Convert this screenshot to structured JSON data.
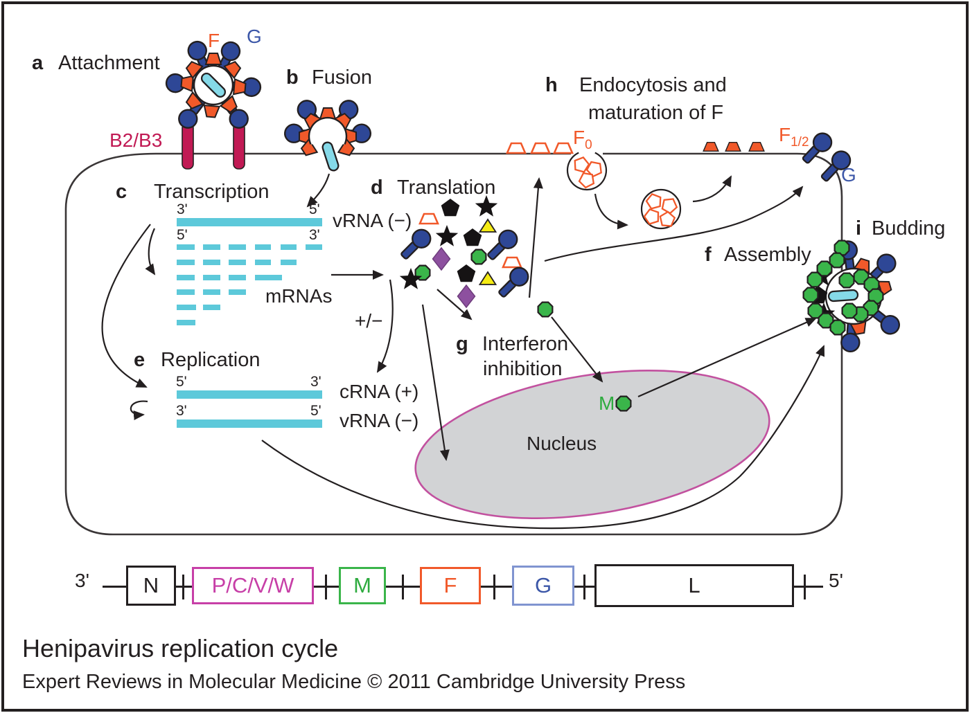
{
  "figure": {
    "title": "Henipavirus replication cycle",
    "credit": "Expert Reviews in Molecular Medicine © 2011 Cambridge University Press"
  },
  "steps": [
    {
      "key": "a",
      "label": "Attachment"
    },
    {
      "key": "b",
      "label": "Fusion"
    },
    {
      "key": "c",
      "label": "Transcription"
    },
    {
      "key": "d",
      "label": "Translation"
    },
    {
      "key": "e",
      "label": "Replication"
    },
    {
      "key": "f",
      "label": "Assembly"
    },
    {
      "key": "g",
      "line1": "Interferon",
      "line2": "inhibition"
    },
    {
      "key": "h",
      "line1": "Endocytosis and",
      "line2": "maturation of F"
    },
    {
      "key": "i",
      "label": "Budding"
    }
  ],
  "labels": {
    "f_glycoprotein": "F",
    "g_glycoprotein": "G",
    "receptor": "B2/B3",
    "vrna_neg": "vRNA (−)",
    "crna_pos": "cRNA (+)",
    "mrnas": "mRNAs",
    "plus_minus": "+/−",
    "nucleus": "Nucleus",
    "matrix_protein": "M",
    "f0_base": "F",
    "f0_sub": "0",
    "f12_base": "F",
    "f12_sub": "1/2",
    "g_corner": "G",
    "prime3": "3'",
    "prime5": "5'"
  },
  "genome_map": {
    "left_end": "3'",
    "right_end": "5'",
    "genes": [
      {
        "name": "N",
        "color": "#231f20"
      },
      {
        "name": "P/C/V/W",
        "color": "#c73fa7"
      },
      {
        "name": "M",
        "color": "#3ab54a"
      },
      {
        "name": "F",
        "color": "#f1592a"
      },
      {
        "name": "G",
        "color": "#5a73c0"
      },
      {
        "name": "L",
        "color": "#231f20"
      }
    ]
  },
  "colors": {
    "rna_cyan": "#5dc9da",
    "fusion_protein_orange": "#f1592a",
    "attachment_protein_blue": "#2e4796",
    "receptor_crimson": "#c11a54",
    "matrix_green": "#3ab54a",
    "phosphoprotein_purple": "#8d509f",
    "accessory_yellow": "#f5eb13",
    "nucleus_fill": "#d2d3d5",
    "nucleus_border": "#c2519f"
  }
}
